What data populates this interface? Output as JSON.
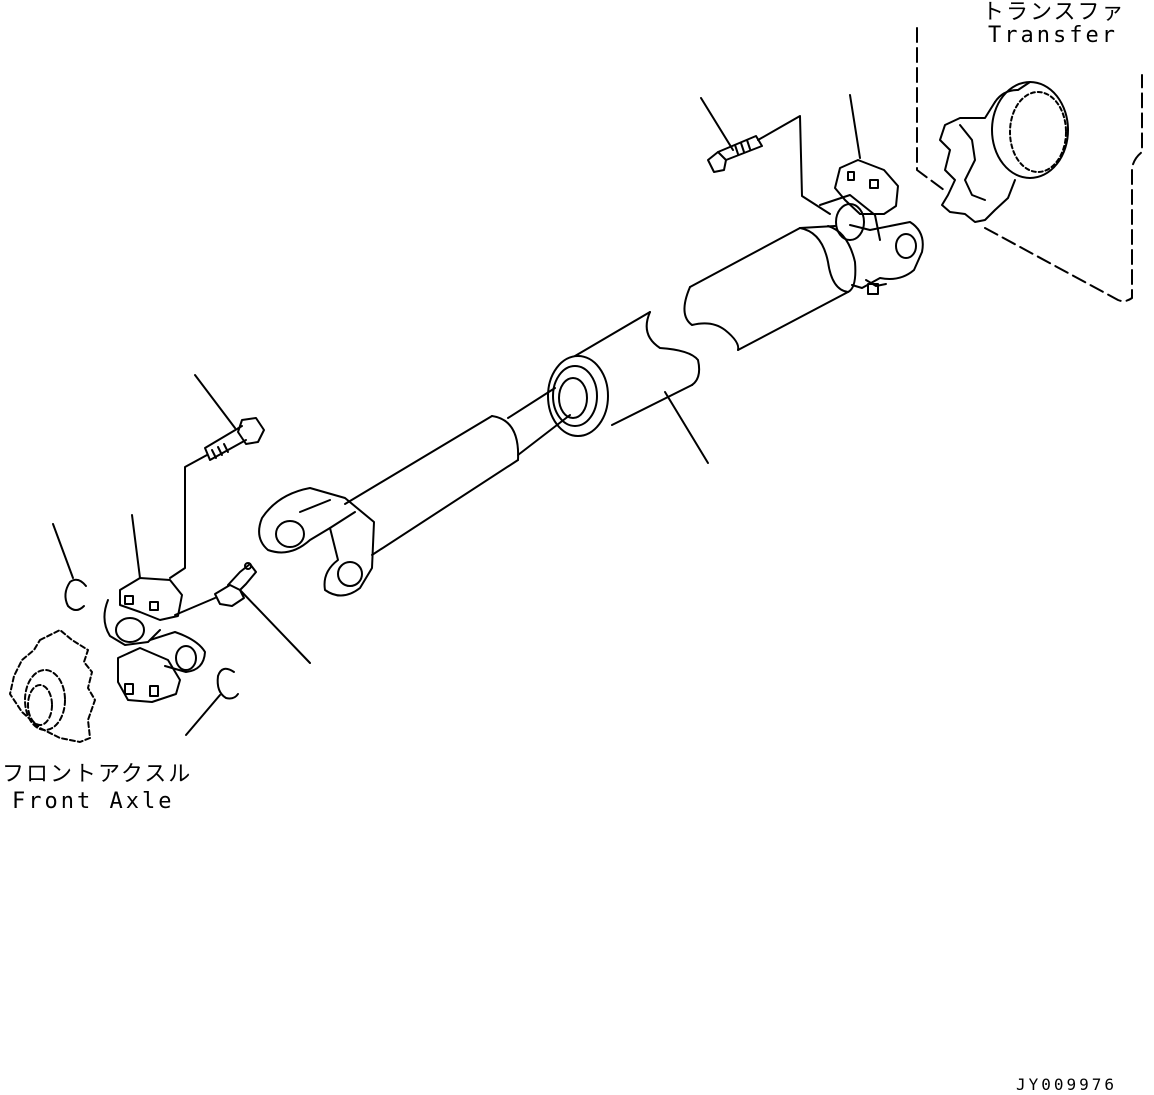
{
  "labels": {
    "transfer_jp": "トランスファ",
    "transfer_en": "Transfer",
    "front_axle_jp": "フロントアクスル",
    "front_axle_en": "Front Axle",
    "drawing_id": "JY009976"
  },
  "colors": {
    "line": "#000000",
    "background": "#ffffff"
  }
}
